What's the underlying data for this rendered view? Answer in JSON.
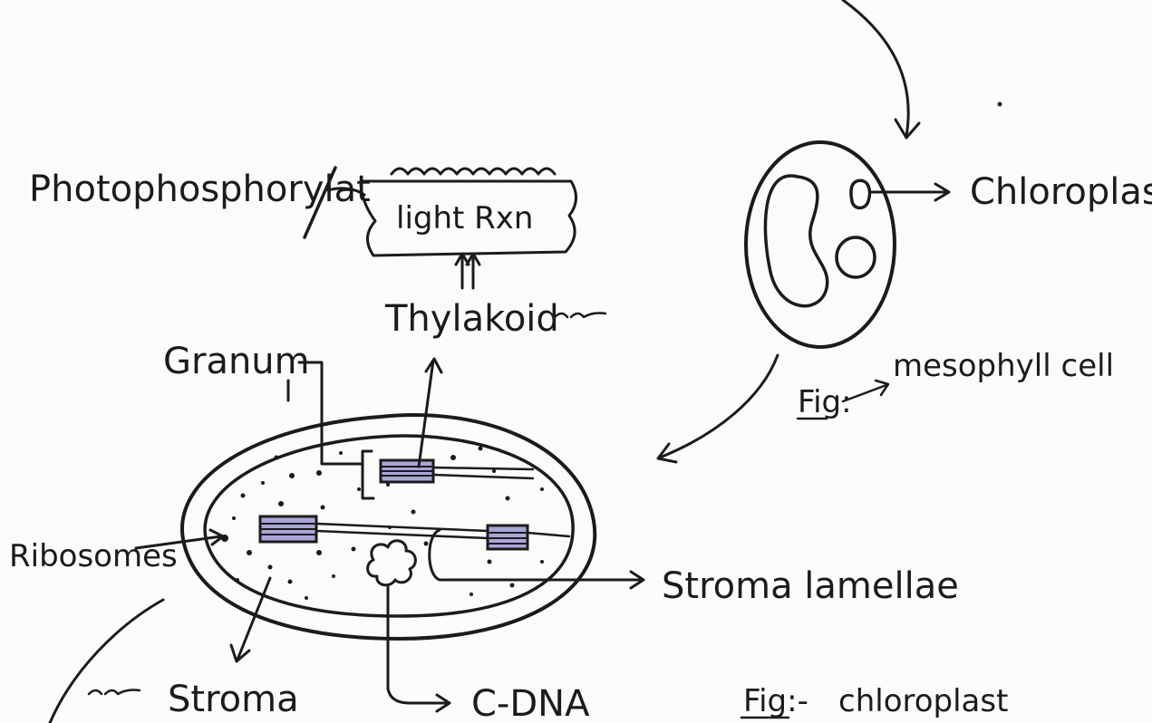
{
  "labels": {
    "photophosphorylation": "Photophosphorylat",
    "light_rxn": "light Rxn",
    "thylakoid": "Thylakoid",
    "granum": "Granum",
    "ribosomes": "Ribosomes",
    "stroma": "Stroma",
    "c_dna": "C-DNA",
    "stroma_lamellae": "Stroma lamellae",
    "chloroplast": "Chloroplast",
    "mesophyll_cell": "mesophyll cell",
    "fig_mesophyll": "Fig:",
    "fig_chloroplast_prefix": "Fig:-",
    "fig_chloroplast_text": "chloroplast"
  },
  "colors": {
    "ink": "#1b1b1b",
    "grana_fill": "#aaa6d8",
    "paper": "#fbfbfa"
  }
}
